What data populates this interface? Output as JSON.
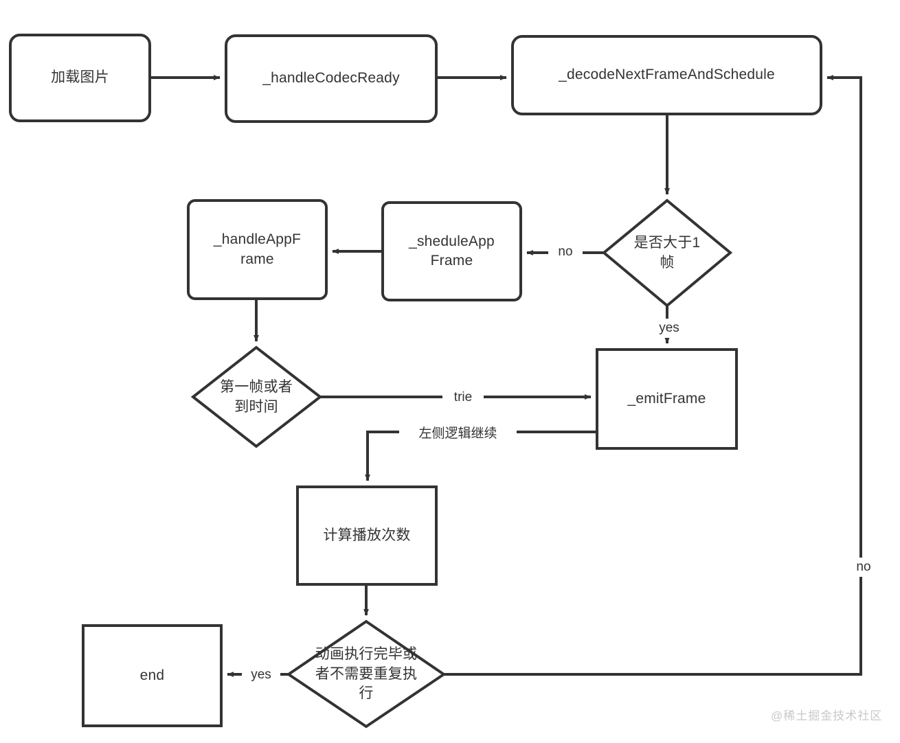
{
  "diagram": {
    "type": "flowchart",
    "title": "",
    "background_color": "#ffffff",
    "stroke_color": "#333333",
    "text_color": "#333333",
    "watermark": "@稀土掘金技术社区",
    "nodes": [
      {
        "id": "load-image",
        "shape": "rounded-rect",
        "label": "加载图片"
      },
      {
        "id": "handle-codec-ready",
        "shape": "rounded-rect",
        "label": "_handleCodecReady"
      },
      {
        "id": "decode-next-frame",
        "shape": "rounded-rect",
        "label": "_decodeNextFrameAndSchedule"
      },
      {
        "id": "handle-app-frame",
        "shape": "rounded-rect",
        "label": "_handleAppF\nrame"
      },
      {
        "id": "shedule-app-frame",
        "shape": "rounded-rect",
        "label": "_sheduleApp\nFrame"
      },
      {
        "id": "greater-than-one-frame",
        "shape": "diamond",
        "label": "是否大于1\n帧"
      },
      {
        "id": "first-frame-or-time",
        "shape": "diamond",
        "label": "第一帧或者\n到时间"
      },
      {
        "id": "emit-frame",
        "shape": "rect",
        "label": "_emitFrame"
      },
      {
        "id": "count-plays",
        "shape": "rect",
        "label": "计算播放次数"
      },
      {
        "id": "animation-done",
        "shape": "diamond",
        "label": "动画执行完毕或\n者不需要重复执\n行"
      },
      {
        "id": "end",
        "shape": "rect",
        "label": "end"
      }
    ],
    "edges": [
      {
        "from": "load-image",
        "to": "handle-codec-ready",
        "label": ""
      },
      {
        "from": "handle-codec-ready",
        "to": "decode-next-frame",
        "label": ""
      },
      {
        "from": "decode-next-frame",
        "to": "greater-than-one-frame",
        "label": ""
      },
      {
        "from": "greater-than-one-frame",
        "to": "shedule-app-frame",
        "label": "no"
      },
      {
        "from": "greater-than-one-frame",
        "to": "emit-frame",
        "label": "yes"
      },
      {
        "from": "shedule-app-frame",
        "to": "handle-app-frame",
        "label": ""
      },
      {
        "from": "handle-app-frame",
        "to": "first-frame-or-time",
        "label": ""
      },
      {
        "from": "first-frame-or-time",
        "to": "emit-frame",
        "label": "trie"
      },
      {
        "from": "emit-frame",
        "to": "count-plays",
        "label": "左侧逻辑继续"
      },
      {
        "from": "count-plays",
        "to": "animation-done",
        "label": ""
      },
      {
        "from": "animation-done",
        "to": "end",
        "label": "yes"
      },
      {
        "from": "animation-done",
        "to": "decode-next-frame",
        "label": "no"
      }
    ]
  }
}
